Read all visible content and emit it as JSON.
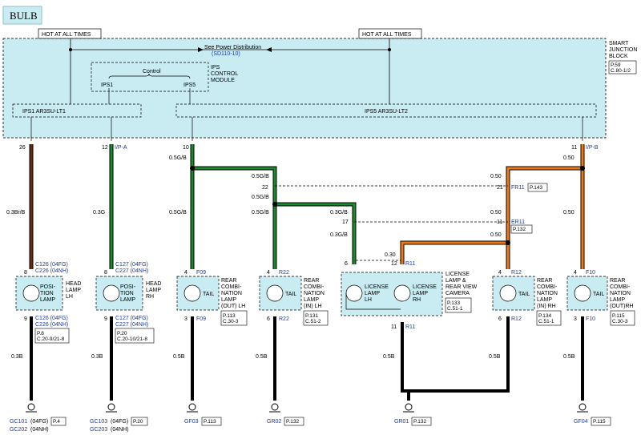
{
  "title": "BULB",
  "hot_labels": [
    "HOT AT ALL TIMES",
    "HOT AT ALL TIMES"
  ],
  "power_dist": {
    "label": "See Power Distribution",
    "ref": "(SD110-10)"
  },
  "sjb": {
    "name": [
      "SMART",
      "JUNCTION",
      "BLOCK"
    ],
    "page": "P.59",
    "coord": "C.80-1/2"
  },
  "ips": {
    "label": [
      "IPS",
      "CONTROL",
      "MODULE"
    ],
    "control": "Control",
    "ips1": "IPS1",
    "ips5": "IPS5"
  },
  "ips_boxes": [
    "IPS1 AR3SU-LT1",
    "IPS5 AR3SU-LT2"
  ],
  "pins_top": [
    "26",
    "12",
    "10",
    "11"
  ],
  "conn_top": [
    "I/P-A",
    "I/P-B"
  ],
  "wires": {
    "br": "0.3Br/B",
    "g": "0.3G",
    "gb": "0.5G/B",
    "gb2": "0.5G/B",
    "gb3": "0.5G/B",
    "gb4": "0.3G/B",
    "o1": "0.50",
    "o2": "0.50",
    "o3": "0.50",
    "o4": "0.30",
    "b": "0.3B",
    "b5": "0.5B"
  },
  "splice_pins": {
    "fr": "21",
    "er": "11",
    "fr_p": "22",
    "j17": "17",
    "p6": "6",
    "p12": "12"
  },
  "conn_mid": {
    "fr11": "FR11",
    "fr11_page": "P.143",
    "er11": "ER11",
    "er11_page": "P.132"
  },
  "lamps": [
    {
      "pin_top": "8",
      "conn_top": "C126 (04FG)",
      "conn_top2": "C226 (04NH)",
      "label": [
        "POSI-",
        "TION",
        "LAMP"
      ],
      "side": [
        "HEAD",
        "LAMP",
        "LH"
      ],
      "pin_bot": "9",
      "conn_bot": "C126 (04FG)",
      "conn_bot2": "C226 (04NH)",
      "page": "P.8",
      "coord": "C.20-9/21-8"
    },
    {
      "pin_top": "8",
      "conn_top": "C127 (04FG)",
      "conn_top2": "C227 (04NH)",
      "label": [
        "POSI-",
        "TION",
        "LAMP"
      ],
      "side": [
        "HEAD",
        "LAMP",
        "RH"
      ],
      "pin_bot": "9",
      "conn_bot": "C127 (04FG)",
      "conn_bot2": "C227 (04NH)",
      "page": "P.20",
      "coord": "C.20-10/21-8"
    },
    {
      "pin_top": "4",
      "conn_top": "F09",
      "label": [
        "TAIL"
      ],
      "side": [
        "REAR",
        "COMBI-",
        "NATION",
        "LAMP",
        "(OUT) LH"
      ],
      "pin_bot": "3",
      "conn_bot": "F09",
      "page": "P.113",
      "coord": "C.30-3"
    },
    {
      "pin_top": "4",
      "conn_top": "R22",
      "label": [
        "TAIL"
      ],
      "side": [
        "REAR",
        "COMBI-",
        "NATION",
        "LAMP",
        "(IN) LH"
      ],
      "pin_bot": "6",
      "conn_bot": "R22",
      "page": "P.131",
      "coord": "C.51-2"
    },
    {
      "pin_top": "4",
      "conn_top": "R12",
      "label": [
        "TAIL"
      ],
      "side": [
        "REAR",
        "COMBI-",
        "NATION",
        "LAMP",
        "(IN) RH"
      ],
      "pin_bot": "6",
      "conn_bot": "R12",
      "page": "P.134",
      "coord": "C.51-1"
    },
    {
      "pin_top": "4",
      "conn_top": "F10",
      "label": [
        "TAIL"
      ],
      "side": [
        "REAR",
        "COMBI-",
        "NATION",
        "LAMP",
        "(OUT)RH"
      ],
      "pin_bot": "3",
      "conn_bot": "F10",
      "page": "P.115",
      "coord": "C.30-3"
    }
  ],
  "license": {
    "lh": [
      "LICENSE",
      "LAMP",
      "LH"
    ],
    "rh": [
      "LICENSE",
      "LAMP",
      "RH"
    ],
    "side": [
      "LICENSE",
      "LAMP &",
      "REAR VIEW",
      "CAMERA"
    ],
    "page": "P.133",
    "coord": "C.51-1",
    "conn": "R11",
    "pin_bot": "11",
    "conn_bot": "R11"
  },
  "grounds": [
    {
      "name": "GC101",
      "code": "(04FG)",
      "page": "P.4",
      "name2": "GC202",
      "code2": "(04NH)"
    },
    {
      "name": "GC103",
      "code": "(04FG)",
      "page": "P.20",
      "name2": "GC203",
      "code2": "(04NH)"
    },
    {
      "name": "GF03",
      "page": "P.113"
    },
    {
      "name": "GR02",
      "page": "P.132"
    },
    {
      "name": "GR01",
      "page": "P.132"
    },
    {
      "name": "GF04",
      "page": "P.115"
    }
  ],
  "colors": {
    "green": "#1a8a2e",
    "orange": "#f07a10",
    "brown": "#6b2a12",
    "black": "#000000",
    "module": "#c9ecf2",
    "blue": "#1a3aa8"
  }
}
